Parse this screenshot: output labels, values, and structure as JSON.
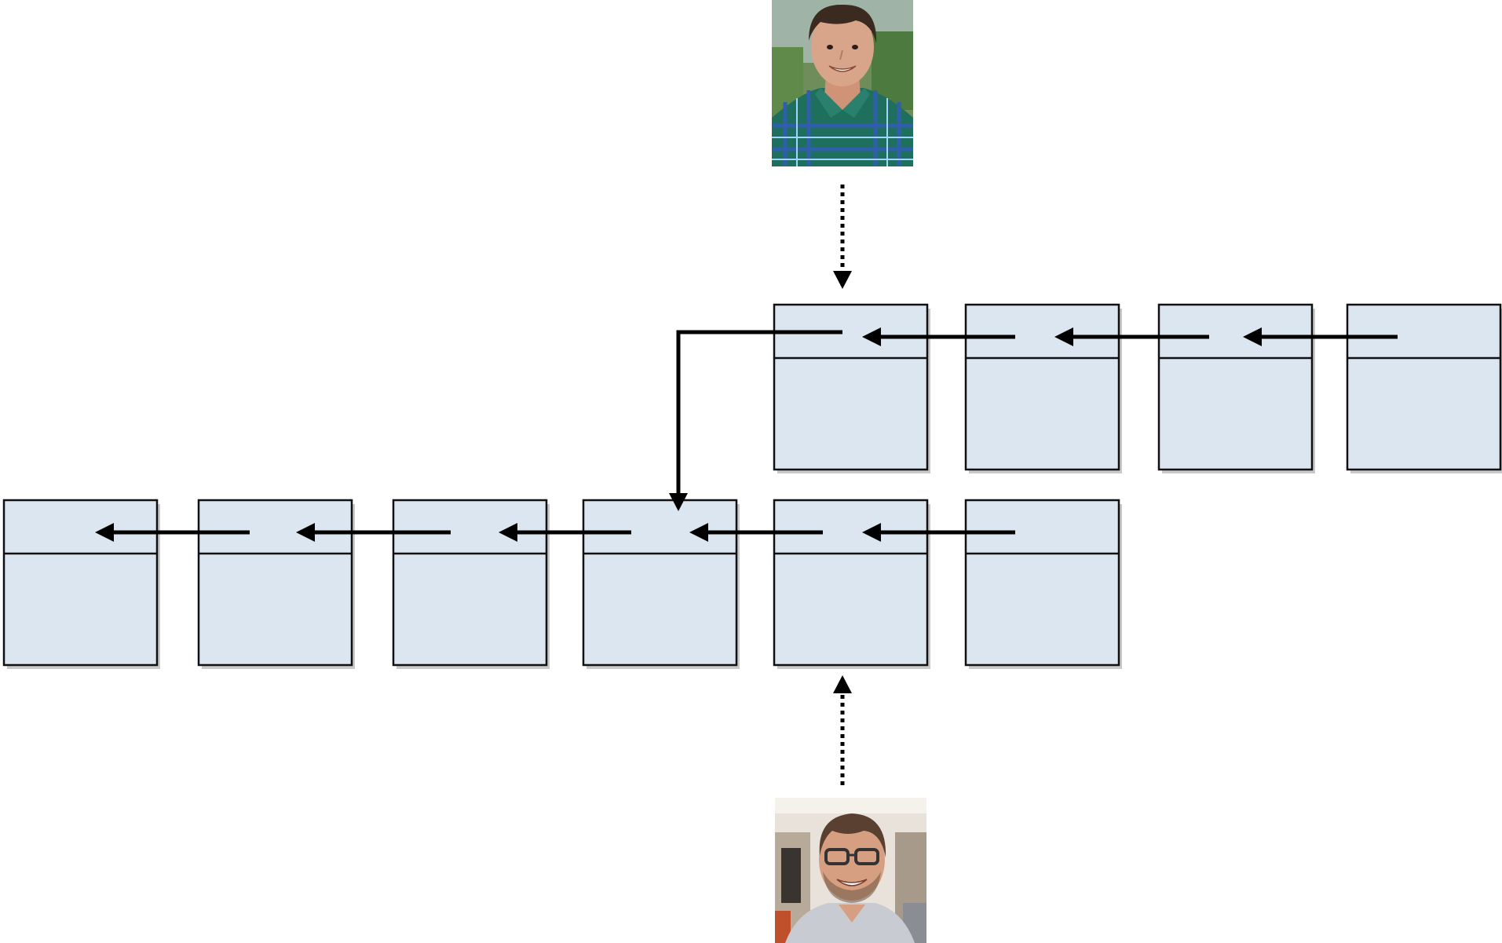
{
  "diagram": {
    "kind": "chain of blocks, each header points back to previous block",
    "colors": {
      "block_fill": "#dce6f0",
      "block_stroke": "#111111",
      "link": "#000000"
    },
    "upper_branch": {
      "block_count": 4,
      "avatar": {
        "icon": "person-photo-icon",
        "palette": {
          "bg": "#6f8d5a",
          "shirt": "#1f6f5f",
          "plaid": "#2f5fa8",
          "skin": "#d9a58a",
          "hair": "#3b2a20"
        }
      }
    },
    "lower_branch": {
      "block_count": 6,
      "avatar": {
        "icon": "person-photo-icon",
        "palette": {
          "bg": "#e8e2da",
          "shirt": "#c8ccd2",
          "skin": "#d79f82",
          "hair": "#5a4030",
          "glasses": "#333333"
        }
      }
    },
    "links": {
      "style_between_blocks": "solid-arrow",
      "style_avatar_to_block": "dotted-arrow"
    }
  }
}
